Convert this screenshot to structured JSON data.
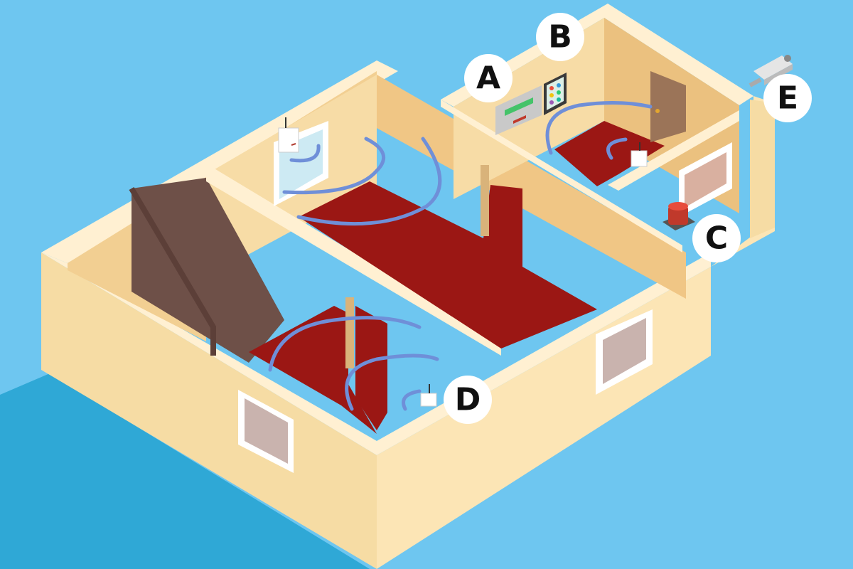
{
  "colors": {
    "sky": "#6EC6F0",
    "ground": "#2FA8D6",
    "wall_outer_left": "#F6DCA4",
    "wall_outer_right": "#FCE5B5",
    "wall_top": "#FFF0D2",
    "floor_carpet": "#9B1714",
    "interior_wall": "#F2CF92",
    "wave": "#6F8FD8",
    "stair": "#6E5048",
    "label_bg": "#FFFFFF",
    "label_text": "#111111"
  },
  "labels": {
    "a": "A",
    "b": "B",
    "c": "C",
    "d": "D",
    "e": "E"
  },
  "devices": {
    "a": "control-panel-icon",
    "b": "touch-keypad-icon",
    "c": "siren-light-icon",
    "d": "wireless-sensor-icon",
    "e": "security-camera-icon"
  }
}
